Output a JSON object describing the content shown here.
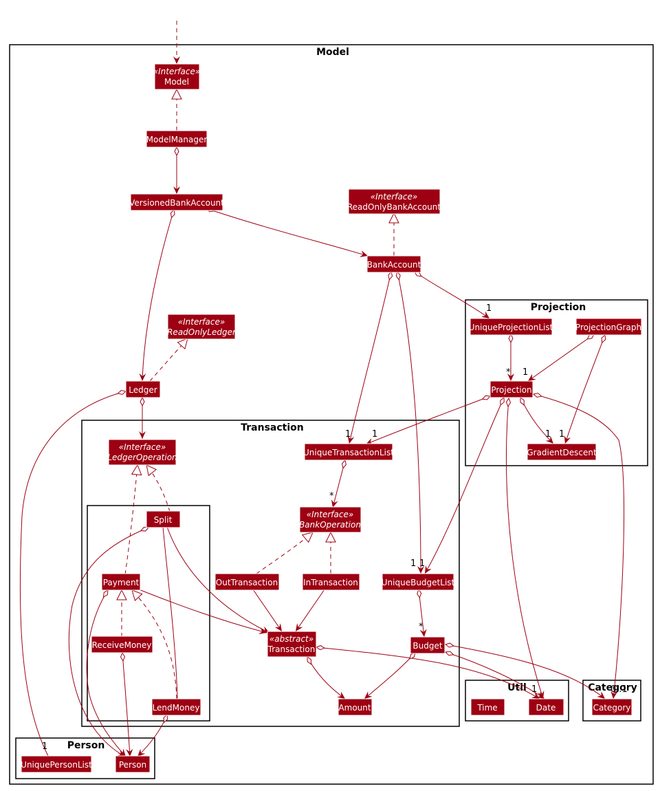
{
  "colors": {
    "class_fill": "#9d0012",
    "edge": "#9d0012",
    "package_border": "#000000",
    "text": "#ffffff"
  },
  "packages": {
    "model": "Model",
    "projection": "Projection",
    "transaction": "Transaction",
    "util": "Util",
    "category": "Category",
    "person": "Person"
  },
  "stereotypes": {
    "interface": "«Interface»",
    "abstract": "«abstract»"
  },
  "classes": {
    "model": "Model",
    "model_manager": "ModelManager",
    "versioned_bank_account": "VersionedBankAccount",
    "read_only_bank_account": "ReadOnlyBankAccount",
    "bank_account": "BankAccount",
    "read_only_ledger": "ReadOnlyLedger",
    "ledger": "Ledger",
    "unique_projection_list": "UniqueProjectionList",
    "projection_graph": "ProjectionGraph",
    "projection": "Projection",
    "gradient_descent": "GradientDescent",
    "ledger_operation": "LedgerOperation",
    "unique_transaction_list": "UniqueTransactionList",
    "bank_operation": "BankOperation",
    "split": "Split",
    "payment": "Payment",
    "receive_money": "ReceiveMoney",
    "lend_money": "LendMoney",
    "out_transaction": "OutTransaction",
    "in_transaction": "InTransaction",
    "transaction": "Transaction",
    "unique_budget_list": "UniqueBudgetList",
    "budget": "Budget",
    "amount": "Amount",
    "time": "Time",
    "date": "Date",
    "category": "Category",
    "unique_person_list": "UniquePersonList",
    "person": "Person"
  },
  "multiplicities": {
    "bank_to_projection_list": "1",
    "projection_list_to_projection": "*",
    "graph_to_projection": "1",
    "projection_to_descent": "1",
    "graph_to_descent": "1",
    "bank_to_txn_list": "1",
    "projection_to_txn_list": "1",
    "txn_list_to_ops": "*",
    "bank_to_budget_list": "1",
    "projection_to_budget_list": "1",
    "budget_list_to_budget": "*",
    "to_date": "1",
    "to_category": "0..1",
    "ledger_to_person_list": "1"
  }
}
